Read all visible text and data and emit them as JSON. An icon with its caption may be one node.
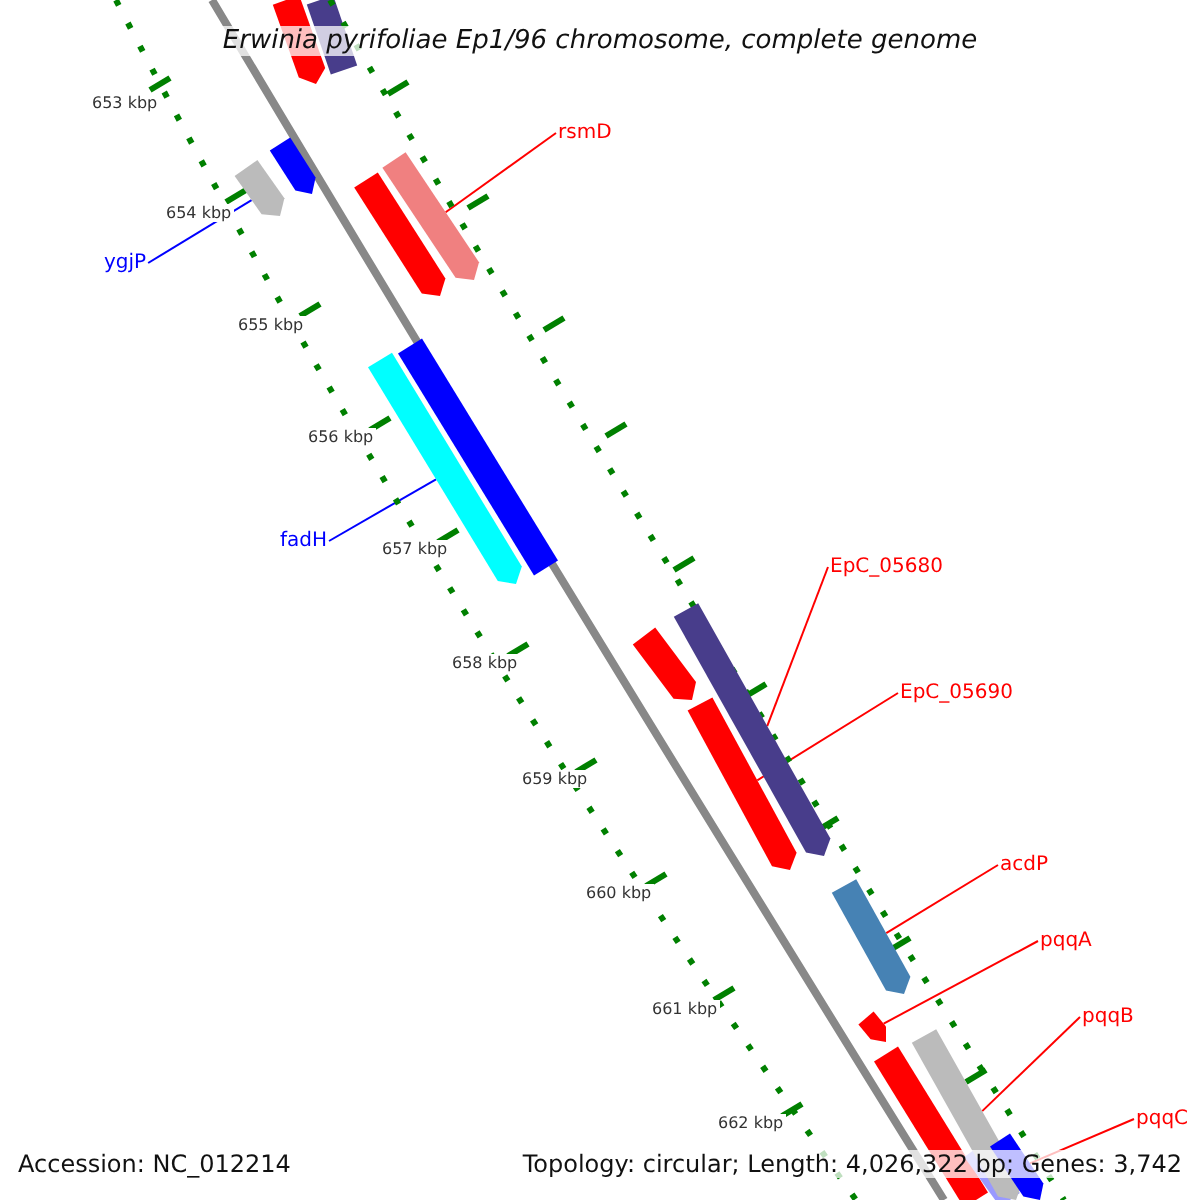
{
  "diagram": {
    "title": "Erwinia pyrifoliae Ep1/96 chromosome, complete genome",
    "nodes": [
      {
        "text": [
          "rsmD"
        ]
      },
      {
        "text": [],
        "shape": "bar"
      },
      {
        "text": [
          "ygjP"
        ]
      },
      {
        "text": [],
        "shape": "bar"
      },
      {
        "text": [
          "fadH"
        ]
      },
      {
        "text": [],
        "shape": "bar"
      },
      {
        "text": [
          "EpC_05680"
        ]
      },
      {
        "text": [],
        "shape": "bar"
      },
      {
        "text": [
          "EpC_05690"
        ]
      },
      {
        "text": [],
        "shape": "bar"
      },
      {
        "text": [
          "acdP"
        ]
      },
      {
        "text": [],
        "shape": "bar"
      },
      {
        "text": [
          "pqqA"
        ]
      },
      {
        "text": [],
        "shape": "bar"
      },
      {
        "text": [
          "pqqB"
        ]
      },
      {
        "text": [],
        "shape": "bar"
      },
      {
        "text": [
          "pqqC"
        ]
      },
      {
        "text": [],
        "shape": "bar"
      }
    ],
    "edges": [
      {
        "from": 0,
        "to": 1,
        "arrow": "none"
      },
      {
        "from": 2,
        "to": 3,
        "arrow": "none",
        "color": "#0000ff"
      },
      {
        "from": 4,
        "to": 5,
        "arrow": "none",
        "color": "#0000ff"
      },
      {
        "from": 6,
        "to": 7,
        "arrow": "none"
      },
      {
        "from": 8,
        "to": 9,
        "arrow": "none"
      },
      {
        "from": 10,
        "to": 11,
        "arrow": "none"
      },
      {
        "from": 12,
        "to": 13,
        "arrow": "none"
      },
      {
        "from": 14,
        "to": 15,
        "arrow": "none"
      },
      {
        "from": 16,
        "to": 17,
        "arrow": "none"
      }
    ],
    "labels": [
      "653 kbp",
      "654 kbp",
      "655 kbp",
      "656 kbp",
      "657 kbp",
      "658 kbp",
      "659 kbp",
      "660 kbp",
      "661 kbp",
      "662 kbp",
      "Accession: NC_012214",
      "Topology: circular; Length: 4,026,322 bp; Genes: 3,742"
    ]
  }
}
